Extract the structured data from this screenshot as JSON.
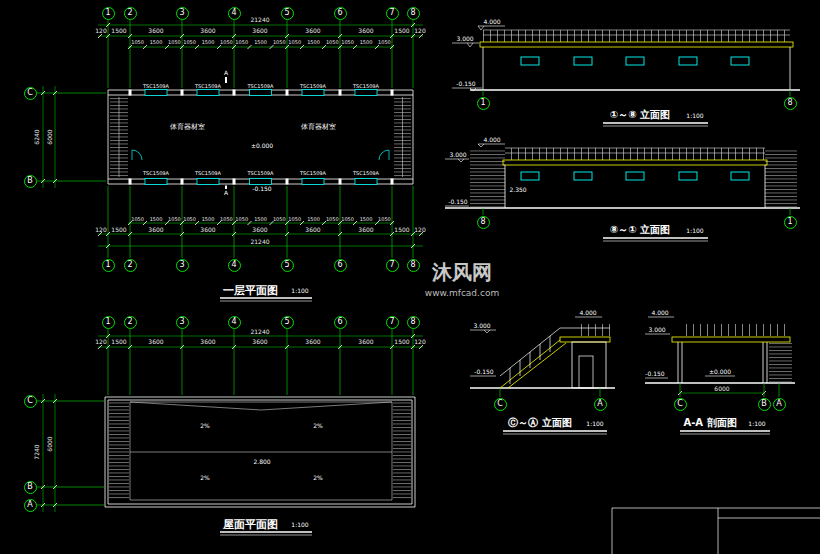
{
  "diagram": {
    "nodes": [
      {
        "text": [
          "1"
        ]
      },
      {
        "text": [
          "2"
        ]
      },
      {
        "text": [
          "3"
        ]
      },
      {
        "text": [
          "4"
        ]
      },
      {
        "text": [
          "5"
        ]
      },
      {
        "text": [
          "6"
        ]
      },
      {
        "text": [
          "7"
        ]
      },
      {
        "text": [
          "8"
        ]
      },
      {
        "text": [
          "C"
        ]
      },
      {
        "text": [
          "B"
        ]
      },
      {
        "text": [
          "1"
        ]
      },
      {
        "text": [
          "2"
        ]
      },
      {
        "text": [
          "3"
        ]
      },
      {
        "text": [
          "4"
        ]
      },
      {
        "text": [
          "5"
        ]
      },
      {
        "text": [
          "6"
        ]
      },
      {
        "text": [
          "7"
        ]
      },
      {
        "text": [
          "8"
        ]
      },
      {
        "text": [
          "1"
        ]
      },
      {
        "text": [
          "2"
        ]
      },
      {
        "text": [
          "3"
        ]
      },
      {
        "text": [
          "4"
        ]
      },
      {
        "text": [
          "5"
        ]
      },
      {
        "text": [
          "6"
        ]
      },
      {
        "text": [
          "7"
        ]
      },
      {
        "text": [
          "8"
        ]
      },
      {
        "text": [
          "C"
        ]
      },
      {
        "text": [
          "B"
        ]
      },
      {
        "text": [
          "A"
        ]
      },
      {
        "text": [
          "1"
        ]
      },
      {
        "text": [
          "8"
        ]
      },
      {
        "text": [
          "8"
        ]
      },
      {
        "text": [
          "1"
        ]
      },
      {
        "text": [
          "C"
        ]
      },
      {
        "text": [
          "A"
        ]
      },
      {
        "text": [
          "C"
        ]
      },
      {
        "text": [
          "B"
        ]
      },
      {
        "text": [
          "A"
        ]
      }
    ],
    "labels": [
      "21240",
      "120",
      "1500",
      "3600",
      "3600",
      "3600",
      "3600",
      "3600",
      "1500",
      "120",
      "1050",
      "1500",
      "1050",
      "1050",
      "1500",
      "1050",
      "1050",
      "1500",
      "1050",
      "1050",
      "1500",
      "1050",
      "1050",
      "1500",
      "1050",
      "TSC1509A",
      "TSC1509A",
      "TSC1509A",
      "TSC1509A",
      "TSC1509A",
      "体育器材室",
      "体育器材室",
      "±0.000",
      "TSC1509A",
      "TSC1509A",
      "TSC1509A",
      "TSC1509A",
      "TSC1509A",
      "-0.150",
      "A",
      "A",
      "6240",
      "6000",
      "1050",
      "1500",
      "1050",
      "1050",
      "1500",
      "1050",
      "1050",
      "1500",
      "1050",
      "1050",
      "1500",
      "1050",
      "1050",
      "1500",
      "1050",
      "120",
      "1500",
      "3600",
      "3600",
      "3600",
      "3600",
      "3600",
      "1500",
      "120",
      "21240",
      "一层平面图",
      "1:100",
      "21240",
      "120",
      "1500",
      "3600",
      "3600",
      "3600",
      "3600",
      "3600",
      "1500",
      "120",
      "2%",
      "2%",
      "2%",
      "2%",
      "2.800",
      "7240",
      "6000",
      "屋面平面图",
      "1:100",
      "4.000",
      "3.000",
      "-0.150",
      "①～⑧ 立面图",
      "1:100",
      "4.000",
      "3.000",
      "2.350",
      "-0.150",
      "⑧～① 立面图",
      "1:100",
      "4.000",
      "3.000",
      "-0.150",
      "Ⓒ～Ⓐ 立面图",
      "1:100",
      "4.000",
      "3.000",
      "±0.000",
      "-0.150",
      "6000",
      "A-A 剖面图",
      "1:100",
      "沐风网",
      "www.mfcad.com"
    ]
  }
}
